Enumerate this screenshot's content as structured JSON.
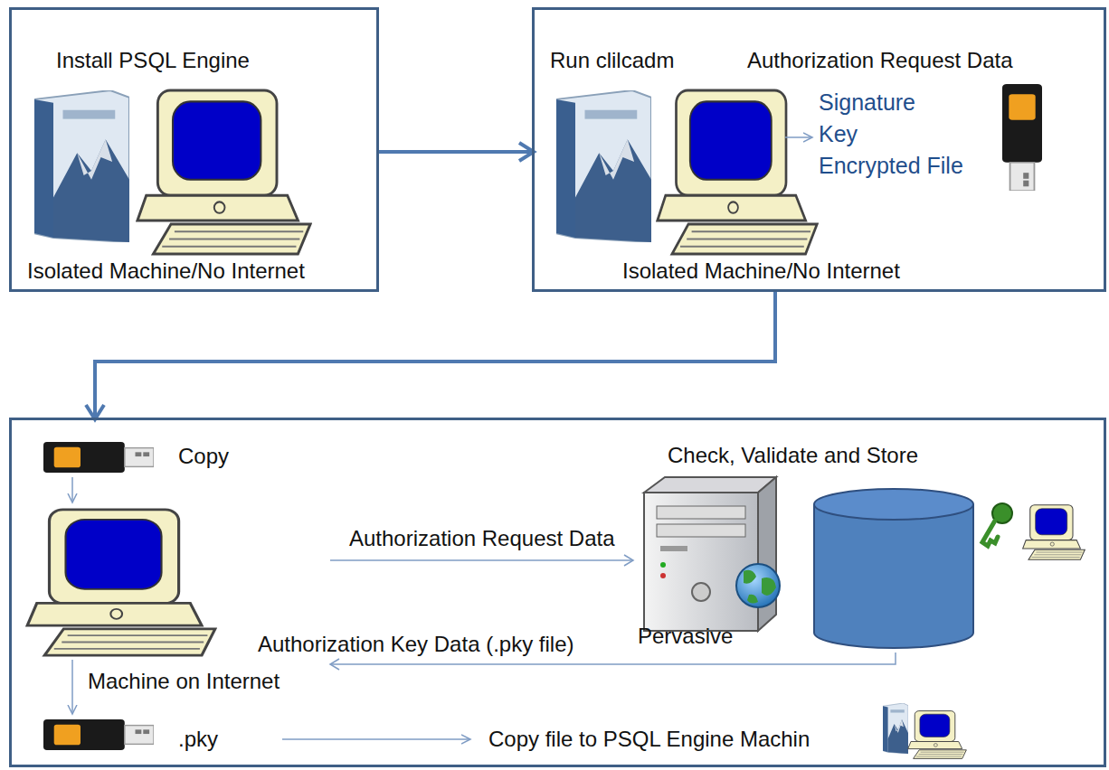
{
  "diagram": {
    "nodes": [
      {
        "text": [
          "Install PSQL Engine",
          "Isolated Machine/No Internet"
        ]
      },
      {
        "text": [
          "Run clilcadm",
          "Authorization Request Data",
          "Signature",
          "Key",
          "Encrypted File",
          "Isolated Machine/No Internet"
        ]
      },
      {
        "text": [
          "Copy",
          ".pky",
          "Copy file to PSQL Engine Machin"
        ]
      },
      {
        "text": [
          "Machine on Internet"
        ],
        "in": 2
      },
      {
        "text": [
          "Check, Validate and Store",
          "Pervasive"
        ],
        "in": 2
      }
    ],
    "edges": [
      {
        "from": 0,
        "to": 1,
        "arrow": "to"
      },
      {
        "from": 1,
        "to": 2,
        "arrow": "to"
      },
      {
        "from": 3,
        "to": 4,
        "label": "Authorization Request Data",
        "arrow": "to"
      },
      {
        "from": 4,
        "to": 3,
        "label": "Authorization Key Data (.pky file)",
        "arrow": "to"
      }
    ]
  }
}
